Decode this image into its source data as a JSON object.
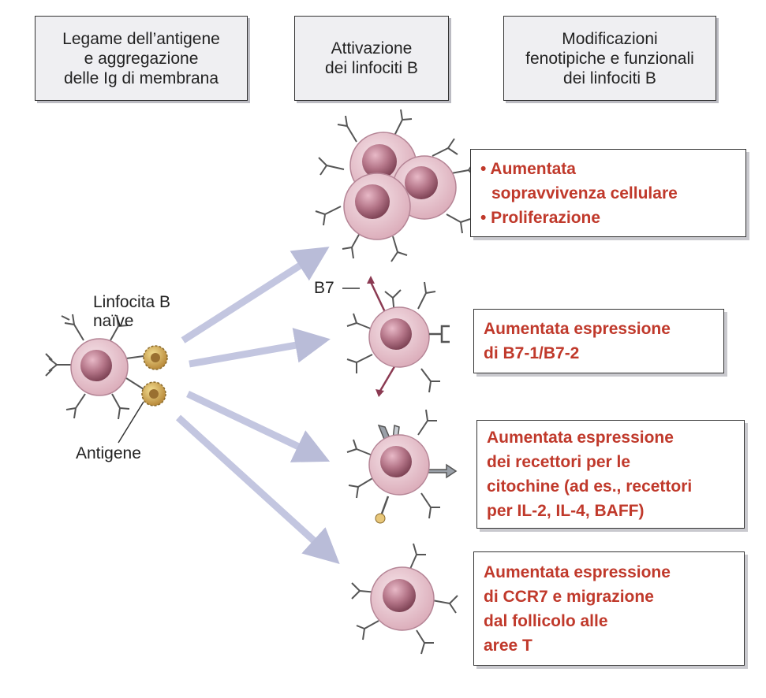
{
  "headers": {
    "col1": [
      "Legame dell’antigene",
      "e aggregazione",
      "delle Ig di membrana"
    ],
    "col2": [
      "Attivazione",
      "dei linfociti B"
    ],
    "col3": [
      "Modificazioni",
      "fenotipiche e funzionali",
      "dei linfociti B"
    ]
  },
  "labels": {
    "naive_line1": "Linfocita B",
    "naive_line2": "naïve",
    "antigen": "Antigene",
    "b7": "B7"
  },
  "outcomes": [
    [
      "• Aumentata",
      "sopravvivenza cellulare",
      "• Proliferazione"
    ],
    [
      "Aumentata espressione",
      "di B7-1/B7-2"
    ],
    [
      "Aumentata espressione",
      "dei recettori per le",
      "citochine (ad es., recettori",
      "per IL-2, IL-4, BAFF)"
    ],
    [
      "Aumentata espressione",
      "di CCR7 e migrazione",
      "dal follicolo alle",
      "aree T"
    ]
  ],
  "colors": {
    "result_text": "#c0392b",
    "arrow": "#c3c6e0",
    "cell_membrane": "#e7c3cd",
    "cell_nucleus": "#b27386",
    "antigen": "#c9a24a",
    "b7_marker": "#8b3a52"
  }
}
